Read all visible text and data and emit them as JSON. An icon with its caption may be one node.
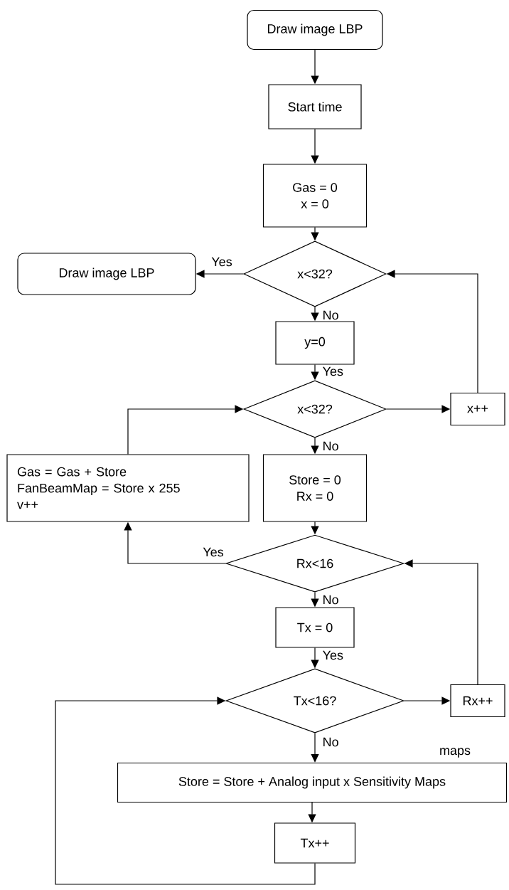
{
  "diagram": {
    "nodes": [
      {
        "text": [
          "Draw image LBP"
        ]
      },
      {
        "text": [
          "Start time"
        ]
      },
      {
        "text": [
          "Gas = 0",
          "x = 0"
        ]
      },
      {
        "text": [
          "x<32?"
        ]
      },
      {
        "text": [
          "Draw image LBP"
        ]
      },
      {
        "text": [
          "y=0"
        ]
      },
      {
        "text": [
          "x<32?"
        ]
      },
      {
        "text": [
          "x++"
        ]
      },
      {
        "text": [
          "Gas = Gas + Store",
          "FanBeamMap = Store x 255",
          "v++"
        ]
      },
      {
        "text": [
          "Store = 0",
          "Rx = 0"
        ]
      },
      {
        "text": [
          "Rx<16"
        ]
      },
      {
        "text": [
          "Tx = 0"
        ]
      },
      {
        "text": [
          "Tx<16?"
        ]
      },
      {
        "text": [
          "Rx++"
        ]
      },
      {
        "text": [
          "Store = Store + Analog input x Sensitivity Maps"
        ]
      },
      {
        "text": [
          "Tx++"
        ]
      }
    ],
    "edges": [
      {
        "from": 0,
        "to": 1,
        "arrow": "to"
      },
      {
        "from": 1,
        "to": 2,
        "arrow": "to"
      },
      {
        "from": 2,
        "to": 3,
        "arrow": "to"
      },
      {
        "from": 3,
        "to": 4,
        "arrow": "to",
        "label": "Yes"
      },
      {
        "from": 3,
        "to": 5,
        "arrow": "to",
        "label": "No"
      },
      {
        "from": 5,
        "to": 6,
        "arrow": "to",
        "label": "Yes"
      },
      {
        "from": 6,
        "to": 9,
        "arrow": "to",
        "label": "No"
      },
      {
        "from": 6,
        "to": 7,
        "arrow": "to"
      },
      {
        "from": 7,
        "to": 3,
        "arrow": "to"
      },
      {
        "from": 9,
        "to": 10,
        "arrow": "to"
      },
      {
        "from": 10,
        "to": 8,
        "arrow": "to",
        "label": "Yes"
      },
      {
        "from": 8,
        "to": 6,
        "arrow": "to"
      },
      {
        "from": 10,
        "to": 11,
        "arrow": "to",
        "label": "No"
      },
      {
        "from": 11,
        "to": 12,
        "arrow": "to",
        "label": "Yes"
      },
      {
        "from": 12,
        "to": 13,
        "arrow": "to"
      },
      {
        "from": 13,
        "to": 10,
        "arrow": "to"
      },
      {
        "from": 12,
        "to": 14,
        "arrow": "to",
        "label": "No"
      },
      {
        "from": 14,
        "to": 15,
        "arrow": "to"
      },
      {
        "from": 15,
        "to": 12,
        "arrow": "to"
      }
    ],
    "labels": [
      "maps"
    ]
  }
}
